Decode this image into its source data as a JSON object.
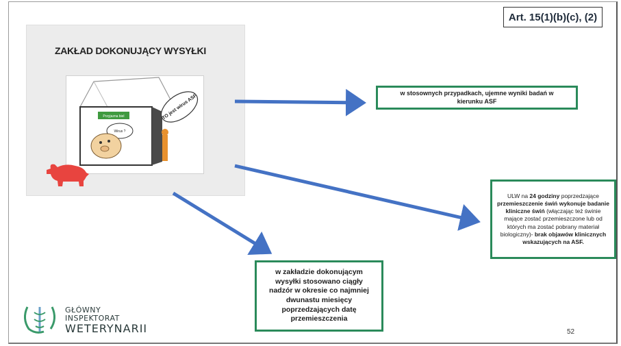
{
  "slide": {
    "article_ref": "Art. 15(1)(b)(c), (2)",
    "panel_title": "ZAKŁAD DOKONUJĄCY WYSYŁKI",
    "illustration": {
      "sign_text": "Przyjazna biel",
      "bubble_left": "Wirus ?",
      "bubble_right": "TO jest wirus ASF"
    },
    "box_right_top": "w stosownych przypadkach, ujemne wyniki badań w kierunku ASF",
    "box_right_bottom": {
      "t1": "ULW na ",
      "t2": "24 godziny",
      "t3": " poprzedzające ",
      "t4": "przemieszczenie świń wykonuje badanie kliniczne świń",
      "t5": " (włączając też świnie mające zostać przemieszczone lub od których ma zostać pobrany materiał biologiczny)- ",
      "t6": "brak objawów klinicznych wskazujących na ASF."
    },
    "box_bottom": "w zakładzie dokonującym wysyłki stosowano ciągły nadzór w okresie co najmniej dwunastu miesięcy poprzedzających datę przemieszczenia",
    "logo": {
      "line1": "GŁÓWNY",
      "line2": "INSPEKTORAT",
      "line3": "WETERYNARII"
    },
    "page_number": "52",
    "colors": {
      "arrow": "#4472c4",
      "box_border": "#2a8a5a",
      "pig": "#e8443f"
    }
  }
}
